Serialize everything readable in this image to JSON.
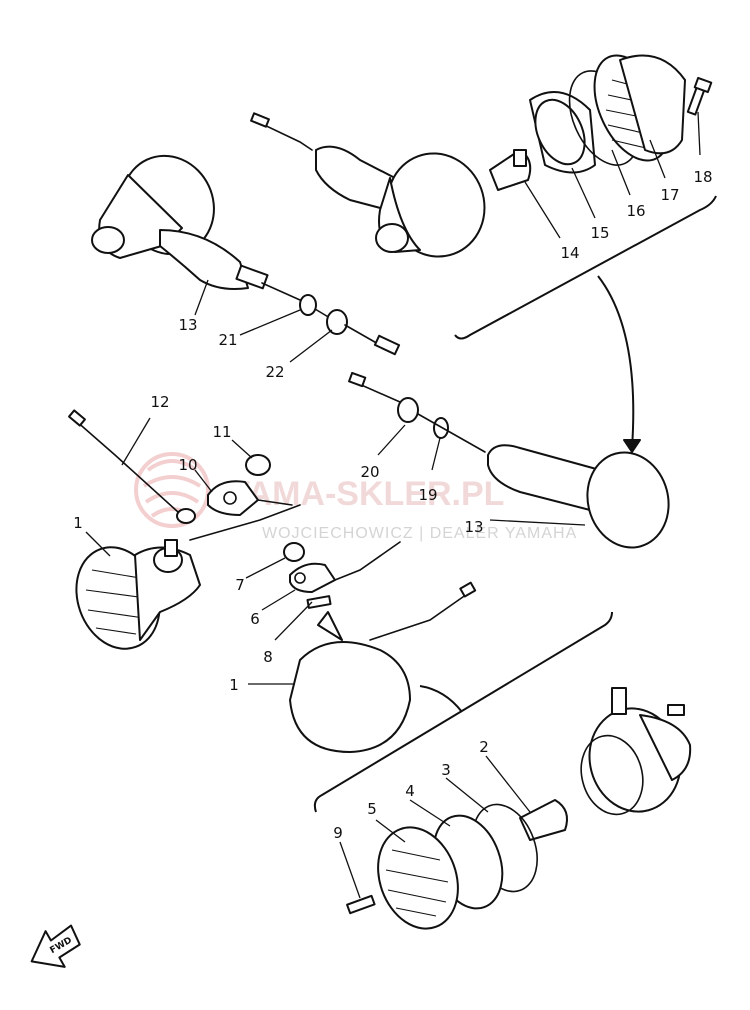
{
  "diagram": {
    "callouts": [
      "1",
      "1",
      "2",
      "3",
      "4",
      "5",
      "6",
      "7",
      "8",
      "9",
      "10",
      "11",
      "12",
      "13",
      "13",
      "14",
      "15",
      "16",
      "17",
      "18",
      "19",
      "20",
      "21",
      "22"
    ]
  },
  "watermark": {
    "brand": "YAMA-SKLER.PL",
    "subtitle": "WOJCIECHOWICZ | DEALER YAMAHA"
  },
  "fwd_label": "FWD",
  "colors": {
    "line": "#111111",
    "watermark": "#e8b9b9"
  }
}
